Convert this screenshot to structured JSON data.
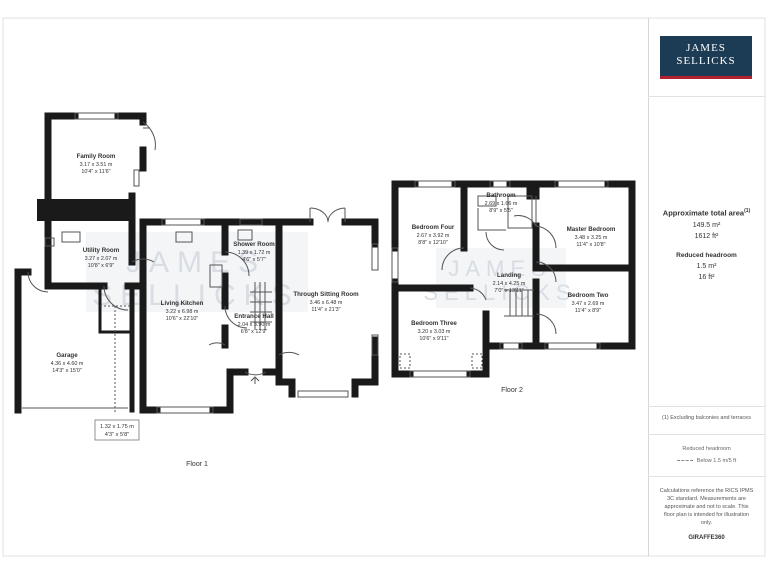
{
  "floors": {
    "floor1": {
      "label": "Floor 1",
      "rooms": [
        {
          "key": "family_room",
          "name": "Family Room",
          "metric": "3.17 x 3.51 m",
          "imperial": "10'4\" x 11'6\""
        },
        {
          "key": "utility_room",
          "name": "Utility Room",
          "metric": "3.27 x 2.07 m",
          "imperial": "10'8\" x 6'9\""
        },
        {
          "key": "shower_room",
          "name": "Shower Room",
          "metric": "1.39 x 1.72 m",
          "imperial": "4'6\" x 5'7\""
        },
        {
          "key": "living_kitchen",
          "name": "Living Kitchen",
          "metric": "3.22 x 6.98 m",
          "imperial": "10'6\" x 22'10\""
        },
        {
          "key": "entrance_hall",
          "name": "Entrance Hall",
          "metric": "2.04 x 3.90 m",
          "imperial": "6'8\" x 12'9\""
        },
        {
          "key": "through_sitting_room",
          "name": "Through Sitting Room",
          "metric": "3.46 x 6.48 m",
          "imperial": "11'4\" x 21'3\""
        },
        {
          "key": "garage",
          "name": "Garage",
          "metric": "4.36 x 4.60 m",
          "imperial": "14'3\" x 15'0\""
        }
      ],
      "annotation": {
        "metric": "1.32 x 1.75 m",
        "imperial": "4'3\" x 5'8\""
      }
    },
    "floor2": {
      "label": "Floor 2",
      "rooms": [
        {
          "key": "bathroom",
          "name": "Bathroom",
          "metric": "2.69 x 1.66 m",
          "imperial": "8'9\" x 5'5\""
        },
        {
          "key": "bedroom_four",
          "name": "Bedroom Four",
          "metric": "2.67 x 3.92 m",
          "imperial": "8'8\" x 12'10\""
        },
        {
          "key": "master_bedroom",
          "name": "Master Bedroom",
          "metric": "3.48 x 3.25 m",
          "imperial": "11'4\" x 10'8\""
        },
        {
          "key": "landing",
          "name": "Landing",
          "metric": "2.14 x 4.25 m",
          "imperial": "7'0\" x 13'11\""
        },
        {
          "key": "bedroom_two",
          "name": "Bedroom Two",
          "metric": "3.47 x 2.69 m",
          "imperial": "11'4\" x 8'9\""
        },
        {
          "key": "bedroom_three",
          "name": "Bedroom Three",
          "metric": "3.20 x 3.03 m",
          "imperial": "10'6\" x 9'11\""
        }
      ]
    }
  },
  "watermark": {
    "line1": "JAMES",
    "line2": "SELLICKS"
  },
  "brand": {
    "line1": "JAMES",
    "line2": "SELLICKS",
    "navy": "#1c3c56",
    "red": "#b5202e"
  },
  "summary": {
    "total_label": "Approximate total area",
    "total_footnote": "(1)",
    "total_m2": "149.5 m²",
    "total_ft2": "1612 ft²",
    "reduced_label": "Reduced headroom",
    "reduced_m2": "1.5 m²",
    "reduced_ft2": "16 ft²",
    "excluding_note": "(1) Excluding balconies and terraces",
    "legend_title": "Reduced headroom",
    "legend_item": "Below 1.5 m/5 ft",
    "disclaimer_1": "Calculations reference the RICS IPMS",
    "disclaimer_2": "3C standard. Measurements are",
    "disclaimer_3": "approximate and not to scale. This",
    "disclaimer_4": "floor plan is intended for illustration",
    "disclaimer_5": "only.",
    "credit": "GIRAFFE360"
  },
  "colors": {
    "wall": "#1a1a1a",
    "line": "#555555",
    "text": "#333333",
    "watermark": "#d7dde3"
  }
}
